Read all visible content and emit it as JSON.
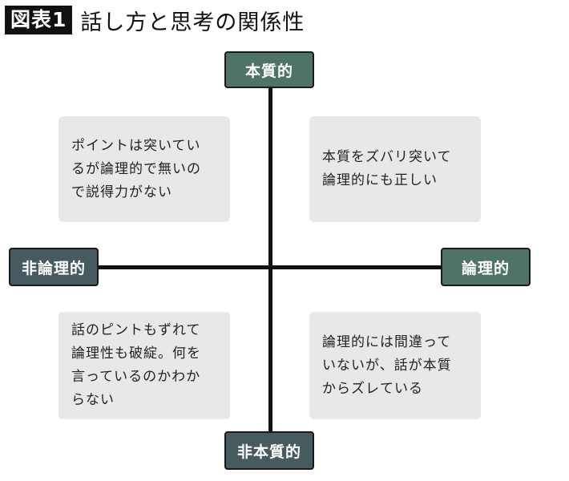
{
  "header": {
    "figure_label": "図表1",
    "title": "話し方と思考の関係性"
  },
  "axes": {
    "top": "本質的",
    "bottom": "非本質的",
    "left": "非論理的",
    "right": "論理的"
  },
  "quadrants": {
    "top_left": "ポイントは突いてい\nるが論理的で無いの\nで説得力がない",
    "top_right": "本質をズバリ突いて\n論理的にも正しい",
    "bottom_left": "話のピントもずれて\n論理性も破綻。何を\n言っているのかわか\nらない",
    "bottom_right": "論理的には間違って\nいないが、話が本質\nからズレている"
  },
  "colors": {
    "positive_label": "#4f7466",
    "negative_label": "#475a60",
    "quadrant_bg": "#e8e8e8",
    "axis": "#111111"
  }
}
